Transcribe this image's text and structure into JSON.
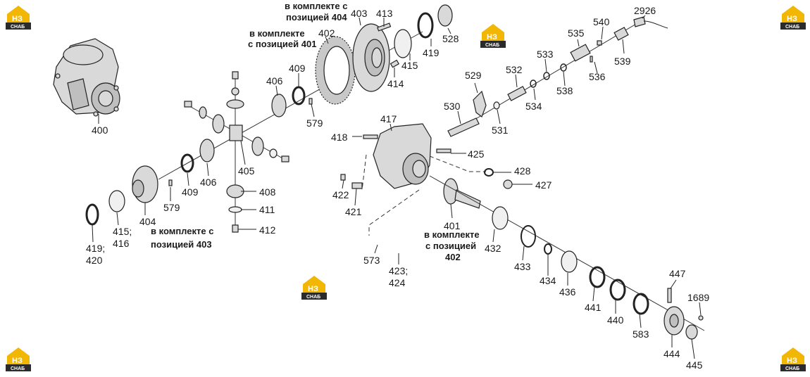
{
  "logo": {
    "mark": "НЗ",
    "sub": "СНАБ",
    "color": "#f2b705",
    "dark": "#2b2b2b"
  },
  "labels": [
    "400",
    "403",
    "413",
    "528",
    "419",
    "415",
    "414",
    "402",
    "409",
    "406",
    "579",
    "529",
    "530",
    "531",
    "532",
    "533",
    "534",
    "535",
    "536",
    "538",
    "539",
    "540",
    "2926",
    "417",
    "418",
    "425",
    "428",
    "427",
    "422",
    "421",
    "401",
    "405",
    "408",
    "411",
    "412",
    "579",
    "409",
    "406",
    "404",
    "415;",
    "416",
    "419;",
    "420",
    "573",
    "423;",
    "424",
    "432",
    "433",
    "434",
    "436",
    "441",
    "440",
    "583",
    "447",
    "1689",
    "444",
    "445"
  ],
  "notes": {
    "n404_a": "в комплекте с",
    "n404_b": "позицией 404",
    "n401_a": "в комплекте",
    "n401_b": "с позицией 401",
    "n403_a": "в комплекте с",
    "n403_b": "позицией 403",
    "n402_a": "в комплекте",
    "n402_b": "с позицией",
    "n402_c": "402"
  }
}
